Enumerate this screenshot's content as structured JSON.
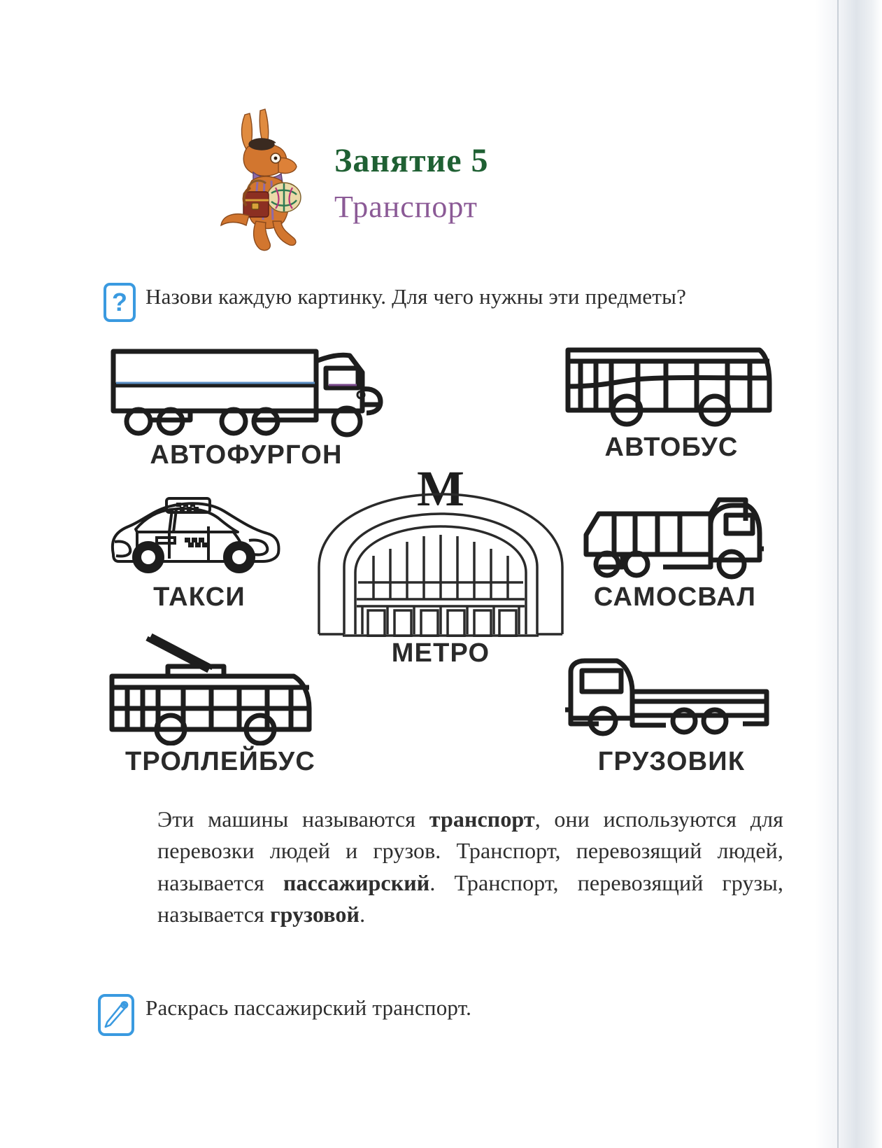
{
  "header": {
    "mascot": "kangaroo-teacher-illustration",
    "title": "Занятие 5",
    "subtitle": "Транспорт",
    "title_color": "#1f6033",
    "subtitle_color": "#8b5a96"
  },
  "tasks": {
    "question": {
      "icon": "question-mark-icon",
      "icon_color": "#3a9ae0",
      "mark": "?",
      "text": "Назови каждую картинку. Для чего нужны эти предметы?"
    },
    "color": {
      "icon": "pencil-icon",
      "icon_color": "#3a9ae0",
      "text": "Раскрась пассажирский транспорт."
    }
  },
  "pictures": [
    {
      "id": "van",
      "label": "АВТОФУРГОН",
      "icon": "box-truck-icon"
    },
    {
      "id": "bus",
      "label": "АВТОБУС",
      "icon": "bus-icon"
    },
    {
      "id": "taxi",
      "label": "ТАКСИ",
      "icon": "taxi-car-icon"
    },
    {
      "id": "metro",
      "label": "МЕТРО",
      "icon": "metro-station-icon",
      "sign": "М"
    },
    {
      "id": "dumptruck",
      "label": "САМОСВАЛ",
      "icon": "dump-truck-icon"
    },
    {
      "id": "trolleybus",
      "label": "ТРОЛЛЕЙБУС",
      "icon": "trolleybus-icon"
    },
    {
      "id": "truck",
      "label": "ГРУЗОВИК",
      "icon": "flatbed-truck-icon"
    }
  ],
  "body": {
    "p1_a": "Эти машины называются ",
    "p1_b": "транспорт",
    "p1_c": ", они используются для перевозки людей и грузов. Транспорт, перевозящий людей, называется ",
    "p1_d": "пассажирский",
    "p1_e": ". Транспорт, перевозящий грузы, называется ",
    "p1_f": "грузовой",
    "p1_g": "."
  }
}
